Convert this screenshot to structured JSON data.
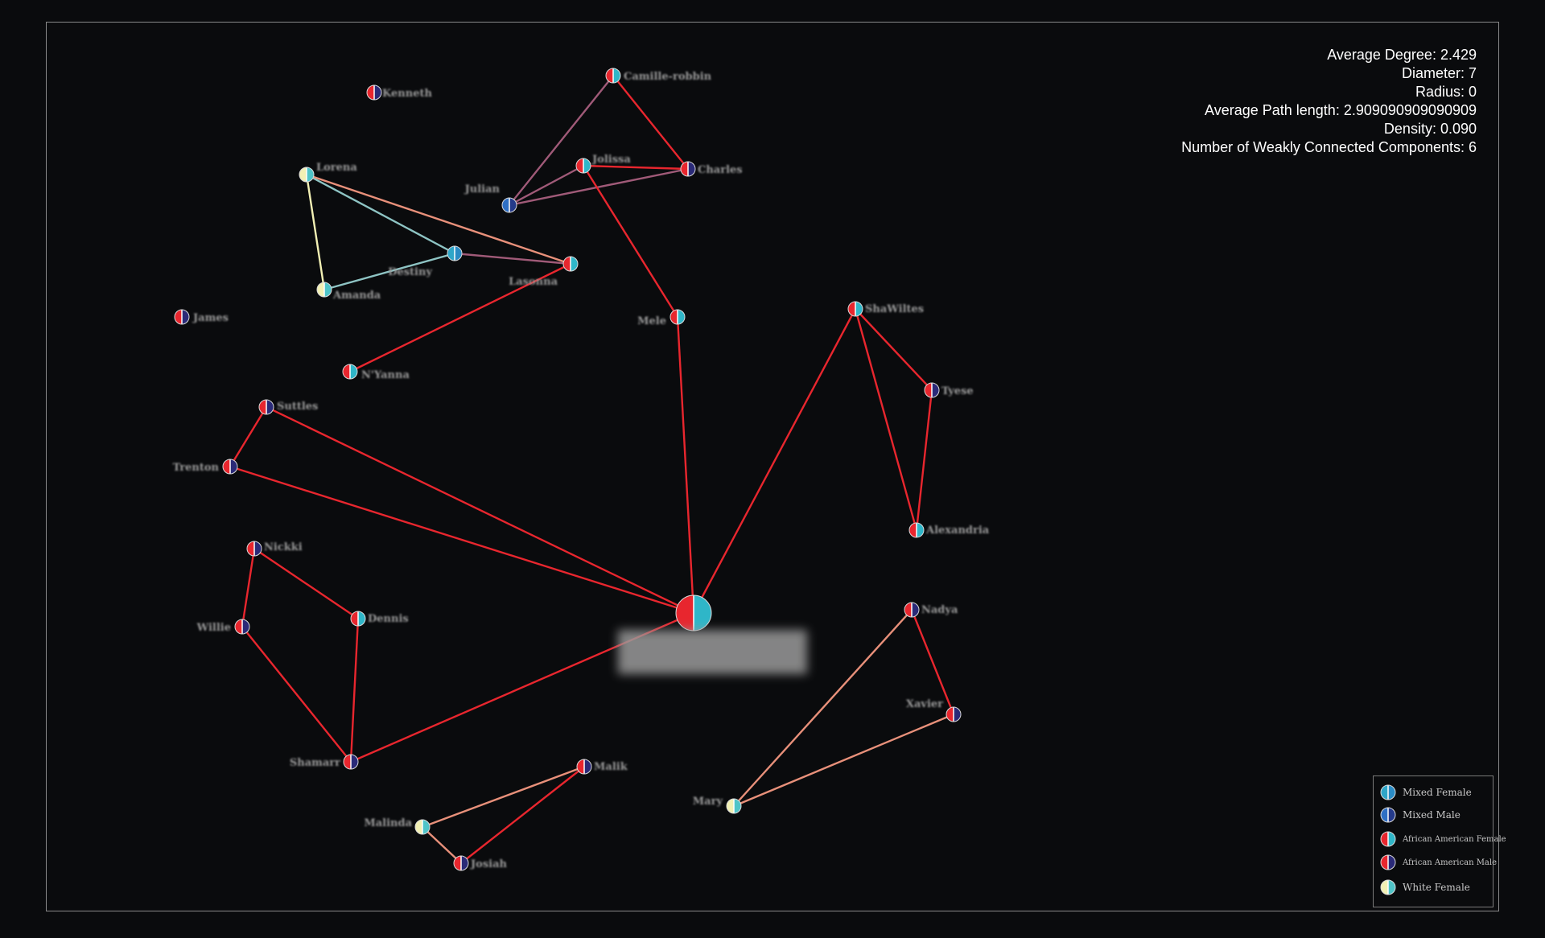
{
  "stats": [
    "Average Degree: 2.429",
    "Diameter: 7",
    "Radius: 0",
    "Average Path length: 2.909090909090909",
    "Density: 0.090",
    "Number of Weakly Connected Components: 6"
  ],
  "legend": [
    {
      "label": "Mixed Female",
      "left": "#2fa6c8",
      "right": "#2a8bc4"
    },
    {
      "label": "Mixed Male",
      "left": "#2e6fc4",
      "right": "#243a8a"
    },
    {
      "label": "African American Female",
      "left": "#e8262e",
      "right": "#2fb6c8"
    },
    {
      "label": "African American Male",
      "left": "#e8262e",
      "right": "#2a2a78"
    },
    {
      "label": "White Female",
      "left": "#f2f0b4",
      "right": "#4fc4c8"
    }
  ],
  "nodes": [
    {
      "id": "center",
      "label": "",
      "type": 2,
      "r": 22
    },
    {
      "id": "kenneth",
      "label": "Kenneth",
      "type": 3
    },
    {
      "id": "camille",
      "label": "Camille-robbin",
      "type": 2
    },
    {
      "id": "jolissa",
      "label": "Jolissa",
      "type": 2
    },
    {
      "id": "charles",
      "label": "Charles",
      "type": 3
    },
    {
      "id": "julian",
      "label": "Julian",
      "type": 1
    },
    {
      "id": "lorena",
      "label": "Lorena",
      "type": 4
    },
    {
      "id": "destiny",
      "label": "Destiny",
      "type": 0
    },
    {
      "id": "lasonna",
      "label": "Lasonna",
      "type": 2
    },
    {
      "id": "amanda",
      "label": "Amanda",
      "type": 4
    },
    {
      "id": "james",
      "label": "James",
      "type": 3
    },
    {
      "id": "niyanna",
      "label": "N'Yanna",
      "type": 2
    },
    {
      "id": "mele",
      "label": "Mele",
      "type": 2
    },
    {
      "id": "shawiltes",
      "label": "ShaWiltes",
      "type": 2
    },
    {
      "id": "tyese",
      "label": "Tyese",
      "type": 3
    },
    {
      "id": "alexandria",
      "label": "Alexandria",
      "type": 2
    },
    {
      "id": "suttles",
      "label": "Suttles",
      "type": 3
    },
    {
      "id": "trenton",
      "label": "Trenton",
      "type": 3
    },
    {
      "id": "nickki",
      "label": "Nickki",
      "type": 3
    },
    {
      "id": "dennis",
      "label": "Dennis",
      "type": 2
    },
    {
      "id": "willie",
      "label": "Willie",
      "type": 3
    },
    {
      "id": "shamarr",
      "label": "Shamarr",
      "type": 3
    },
    {
      "id": "nadya",
      "label": "Nadya",
      "type": 3
    },
    {
      "id": "xavier",
      "label": "Xavier",
      "type": 3
    },
    {
      "id": "mary",
      "label": "Mary",
      "type": 4
    },
    {
      "id": "malik",
      "label": "Malik",
      "type": 3
    },
    {
      "id": "malinda",
      "label": "Malinda",
      "type": 4
    },
    {
      "id": "josiah",
      "label": "Josiah",
      "type": 3
    }
  ],
  "edges": [
    {
      "s": "camille",
      "t": "julian",
      "color": "#a05a78"
    },
    {
      "s": "camille",
      "t": "charles",
      "color": "#e8262e"
    },
    {
      "s": "jolissa",
      "t": "charles",
      "color": "#e8262e"
    },
    {
      "s": "jolissa",
      "t": "julian",
      "color": "#a05a78"
    },
    {
      "s": "julian",
      "t": "charles",
      "color": "#a05a78"
    },
    {
      "s": "jolissa",
      "t": "mele",
      "color": "#e8262e"
    },
    {
      "s": "lorena",
      "t": "destiny",
      "color": "#8ec4c4"
    },
    {
      "s": "lorena",
      "t": "lasonna",
      "color": "#e8907a"
    },
    {
      "s": "lorena",
      "t": "amanda",
      "color": "#f2f0b4"
    },
    {
      "s": "amanda",
      "t": "destiny",
      "color": "#8ec4c4"
    },
    {
      "s": "destiny",
      "t": "lasonna",
      "color": "#a05a78"
    },
    {
      "s": "lasonna",
      "t": "niyanna",
      "color": "#e8262e"
    },
    {
      "s": "mele",
      "t": "center",
      "color": "#e8262e"
    },
    {
      "s": "shawiltes",
      "t": "center",
      "color": "#e8262e"
    },
    {
      "s": "shawiltes",
      "t": "tyese",
      "color": "#e8262e"
    },
    {
      "s": "shawiltes",
      "t": "alexandria",
      "color": "#e8262e"
    },
    {
      "s": "tyese",
      "t": "alexandria",
      "color": "#e8262e"
    },
    {
      "s": "suttles",
      "t": "trenton",
      "color": "#e8262e"
    },
    {
      "s": "suttles",
      "t": "center",
      "color": "#e8262e"
    },
    {
      "s": "trenton",
      "t": "center",
      "color": "#e8262e"
    },
    {
      "s": "shamarr",
      "t": "center",
      "color": "#e8262e"
    },
    {
      "s": "nickki",
      "t": "willie",
      "color": "#e8262e"
    },
    {
      "s": "nickki",
      "t": "dennis",
      "color": "#e8262e"
    },
    {
      "s": "willie",
      "t": "shamarr",
      "color": "#e8262e"
    },
    {
      "s": "dennis",
      "t": "shamarr",
      "color": "#e8262e"
    },
    {
      "s": "nadya",
      "t": "xavier",
      "color": "#e8262e"
    },
    {
      "s": "nadya",
      "t": "mary",
      "color": "#e8907a"
    },
    {
      "s": "xavier",
      "t": "mary",
      "color": "#e8907a"
    },
    {
      "s": "malik",
      "t": "malinda",
      "color": "#e8907a"
    },
    {
      "s": "malik",
      "t": "josiah",
      "color": "#e8262e"
    },
    {
      "s": "malinda",
      "t": "josiah",
      "color": "#e8907a"
    }
  ]
}
